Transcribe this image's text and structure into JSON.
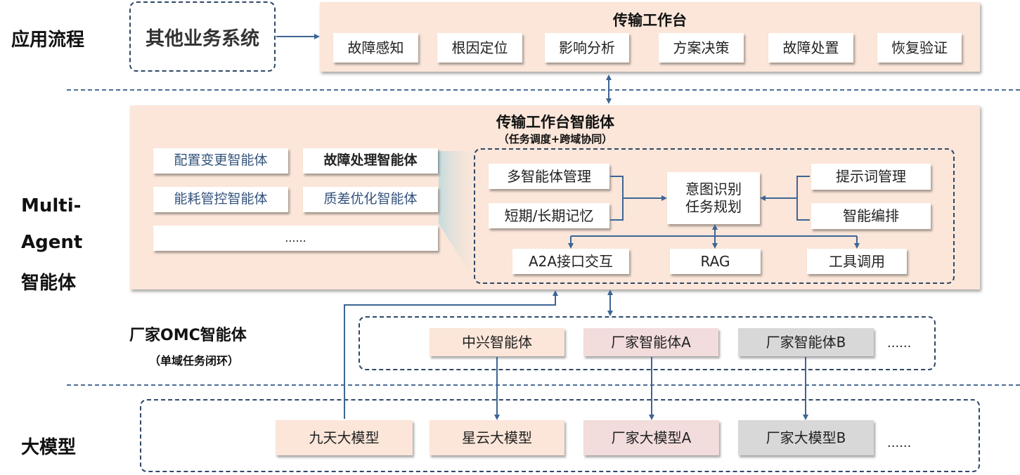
{
  "layers": {
    "application": "应用流程",
    "multi_agent": [
      "Multi-",
      "Agent",
      "智能体"
    ],
    "large_model": "大模型"
  },
  "other_systems": "其他业务系统",
  "workbench": {
    "title": "传输工作台",
    "steps": [
      "故障感知",
      "根因定位",
      "影响分析",
      "方案决策",
      "故障处置",
      "恢复验证"
    ]
  },
  "workbench_agent": {
    "title": "传输工作台智能体",
    "subtitle": "（任务调度+跨域协同）",
    "agents": [
      "配置变更智能体",
      "故障处理智能体",
      "能耗管控智能体",
      "质差优化智能体",
      "......"
    ],
    "detail": {
      "left": [
        "多智能体管理",
        "短期/长期记忆"
      ],
      "center": [
        "意图识别",
        "任务规划"
      ],
      "right": [
        "提示词管理",
        "智能编排"
      ],
      "bottom": [
        "A2A接口交互",
        "RAG",
        "工具调用"
      ]
    }
  },
  "vendor_omc": {
    "title": "厂家OMC智能体",
    "subtitle": "（单域任务闭环）",
    "agents": [
      "中兴智能体",
      "厂家智能体A",
      "厂家智能体B"
    ],
    "more": "......"
  },
  "models": {
    "items": [
      "九天大模型",
      "星云大模型",
      "厂家大模型A",
      "厂家大模型B"
    ],
    "more": "......"
  },
  "colors": {
    "panel": "#fbe6d9",
    "arrow": "#3d6594",
    "dash": "#2f4868",
    "vendor_a": "#f2dcdc",
    "vendor_b": "#d8d8d8"
  }
}
